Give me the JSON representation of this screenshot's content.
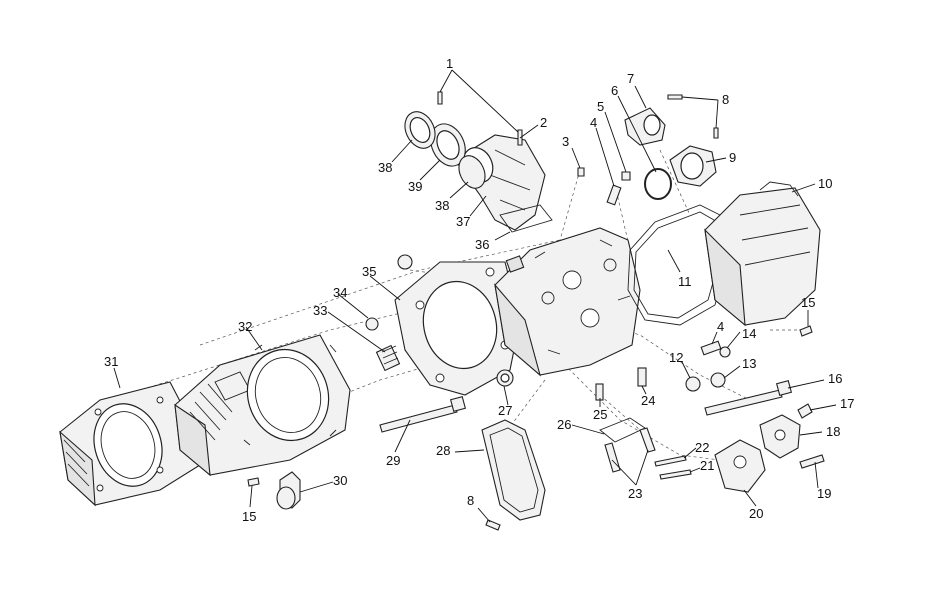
{
  "callouts": [
    {
      "id": "c1",
      "text": "1"
    },
    {
      "id": "c2",
      "text": "2"
    },
    {
      "id": "c3",
      "text": "3"
    },
    {
      "id": "c4a",
      "text": "4"
    },
    {
      "id": "c5",
      "text": "5"
    },
    {
      "id": "c6",
      "text": "6"
    },
    {
      "id": "c7",
      "text": "7"
    },
    {
      "id": "c8a",
      "text": "8"
    },
    {
      "id": "c9",
      "text": "9"
    },
    {
      "id": "c10",
      "text": "10"
    },
    {
      "id": "c11",
      "text": "11"
    },
    {
      "id": "c15a",
      "text": "15"
    },
    {
      "id": "c4b",
      "text": "4"
    },
    {
      "id": "c14",
      "text": "14"
    },
    {
      "id": "c12",
      "text": "12"
    },
    {
      "id": "c13",
      "text": "13"
    },
    {
      "id": "c16",
      "text": "16"
    },
    {
      "id": "c17",
      "text": "17"
    },
    {
      "id": "c18",
      "text": "18"
    },
    {
      "id": "c19",
      "text": "19"
    },
    {
      "id": "c20",
      "text": "20"
    },
    {
      "id": "c21",
      "text": "21"
    },
    {
      "id": "c22",
      "text": "22"
    },
    {
      "id": "c23",
      "text": "23"
    },
    {
      "id": "c24",
      "text": "24"
    },
    {
      "id": "c25",
      "text": "25"
    },
    {
      "id": "c26",
      "text": "26"
    },
    {
      "id": "c27",
      "text": "27"
    },
    {
      "id": "c28",
      "text": "28"
    },
    {
      "id": "c8b",
      "text": "8"
    },
    {
      "id": "c29",
      "text": "29"
    },
    {
      "id": "c30",
      "text": "30"
    },
    {
      "id": "c15b",
      "text": "15"
    },
    {
      "id": "c31",
      "text": "31"
    },
    {
      "id": "c32",
      "text": "32"
    },
    {
      "id": "c33",
      "text": "33"
    },
    {
      "id": "c34",
      "text": "34"
    },
    {
      "id": "c35",
      "text": "35"
    },
    {
      "id": "c36",
      "text": "36"
    },
    {
      "id": "c37",
      "text": "37"
    },
    {
      "id": "c38a",
      "text": "38"
    },
    {
      "id": "c38b",
      "text": "38"
    },
    {
      "id": "c39",
      "text": "39"
    }
  ]
}
